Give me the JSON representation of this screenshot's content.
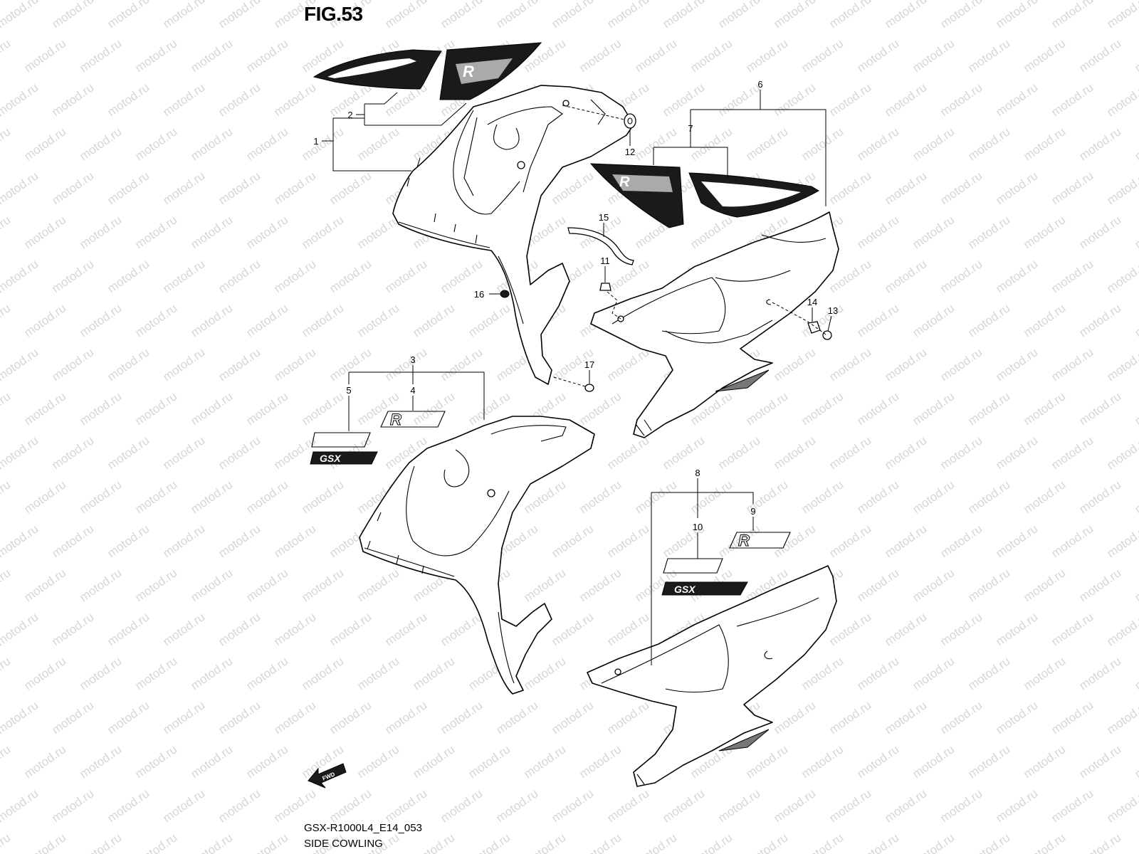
{
  "figure": {
    "title": "FIG.53"
  },
  "caption": {
    "code": "GSX-R1000L4_E14_053",
    "name": "SIDE COWLING"
  },
  "watermark": {
    "text": "motod.ru"
  },
  "fwd_arrow": {
    "label": "FWD"
  },
  "decal_text": {
    "gsx": "GSX",
    "r": "R"
  },
  "callouts": [
    {
      "num": "1"
    },
    {
      "num": "2"
    },
    {
      "num": "3"
    },
    {
      "num": "4"
    },
    {
      "num": "5"
    },
    {
      "num": "6"
    },
    {
      "num": "7"
    },
    {
      "num": "8"
    },
    {
      "num": "9"
    },
    {
      "num": "10"
    },
    {
      "num": "11"
    },
    {
      "num": "12"
    },
    {
      "num": "13"
    },
    {
      "num": "14"
    },
    {
      "num": "15"
    },
    {
      "num": "16"
    },
    {
      "num": "17"
    }
  ],
  "colors": {
    "line": "#000000",
    "watermark": "#d6d6d6",
    "background": "#ffffff"
  }
}
